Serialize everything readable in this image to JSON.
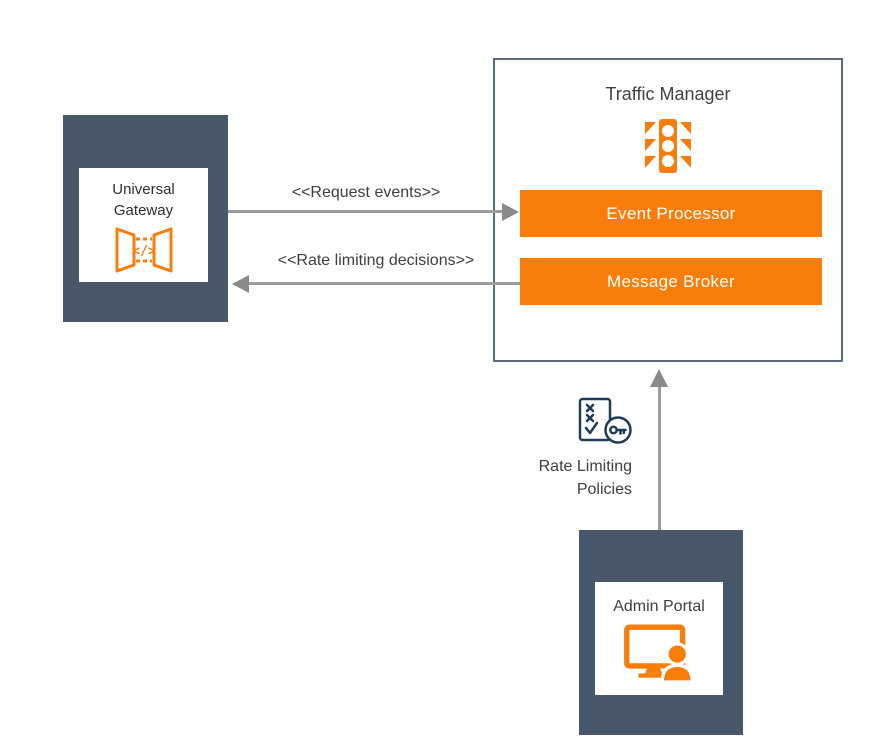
{
  "colors": {
    "accent_orange": "#F87D0A",
    "node_slate": "#48586A",
    "policy_icon_navy": "#1C3C5A",
    "arrow_gray": "#8A8A8A",
    "traffic_manager_border": "#5A6B7D",
    "label_text": "#3C4043"
  },
  "icons": {
    "universal_gateway": "api-gateway-icon",
    "traffic_manager": "traffic-light-icon",
    "policies": "policy-document-key-icon",
    "admin_portal": "monitor-with-user-icon"
  },
  "universal_gateway": {
    "label_line1": "Universal",
    "label_line2": "Gateway",
    "icon_glyph": "</>"
  },
  "traffic_manager": {
    "title": "Traffic Manager",
    "components": [
      {
        "label": "Event Processor"
      },
      {
        "label": "Message Broker"
      }
    ]
  },
  "admin_portal": {
    "label": "Admin Portal"
  },
  "edges": {
    "request_events": {
      "label": "<<Request events>>"
    },
    "rate_limiting_decisions": {
      "label": "<<Rate limiting decisions>>"
    },
    "rate_limiting_policies": {
      "label_line1": "Rate Limiting",
      "label_line2": "Policies"
    }
  }
}
